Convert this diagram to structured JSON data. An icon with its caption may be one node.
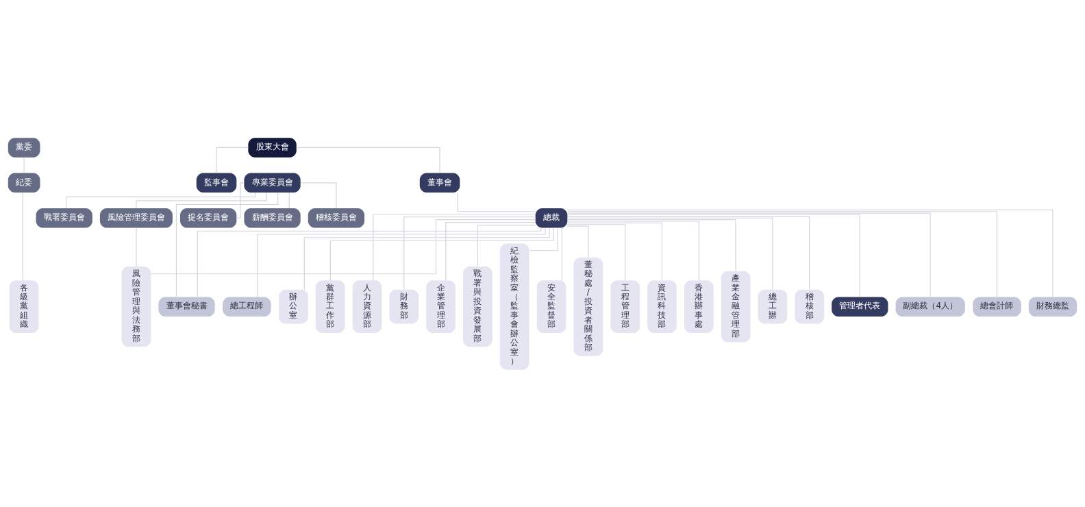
{
  "diagram": {
    "nodes": [
      {
        "text": [
          "股東大會"
        ]
      },
      {
        "text": [
          "戰署委員會"
        ]
      },
      {
        "text": [
          "風險管理委員會"
        ]
      },
      {
        "text": [
          "黨委"
        ]
      },
      {
        "text": [
          "董事會"
        ]
      },
      {
        "text": [
          "監事會"
        ]
      },
      {
        "text": [
          "專業委員會"
        ]
      },
      {
        "text": [
          "提名委員會"
        ]
      },
      {
        "text": [
          "紀委"
        ]
      },
      {
        "text": [
          "總裁"
        ]
      },
      {
        "text": [
          "薪酬委員會"
        ]
      },
      {
        "text": [
          "管理者代表"
        ]
      },
      {
        "text": [
          "稽核委員會"
        ]
      },
      {
        "text": [
          "副總裁（4人）"
        ]
      },
      {
        "text": [
          "總會計師"
        ]
      },
      {
        "text": [
          "財務總監"
        ]
      },
      {
        "text": [
          "總工程師"
        ]
      },
      {
        "text": [
          "董事會秘書"
        ]
      },
      {
        "text": [
          "各級黨組織"
        ]
      },
      {
        "text": [
          "辦公室"
        ]
      },
      {
        "text": [
          "黨群工作部"
        ]
      },
      {
        "text": [
          "人力資源部"
        ]
      },
      {
        "text": [
          "財務部"
        ]
      },
      {
        "text": [
          "企業管理部"
        ]
      },
      {
        "text": [
          "戰署與投資發展部"
        ]
      },
      {
        "text": [
          "紀檢監察室（監事會辦公室）"
        ]
      },
      {
        "text": [
          "安全監督部"
        ]
      },
      {
        "text": [
          "董秘處/投資者關係部"
        ]
      },
      {
        "text": [
          "工程管理部"
        ]
      },
      {
        "text": [
          "資訊科技部"
        ]
      },
      {
        "text": [
          "香港辦事處"
        ]
      },
      {
        "text": [
          "產業金融管理部"
        ]
      },
      {
        "text": [
          "總工辦"
        ]
      },
      {
        "text": [
          "稽核部"
        ]
      },
      {
        "text": [
          "風險管理與法務部"
        ]
      }
    ],
    "edges": [
      {
        "from": 0,
        "to": 4,
        "arrow": "none"
      },
      {
        "from": 0,
        "to": 5,
        "arrow": "none"
      },
      {
        "from": 4,
        "to": 9,
        "arrow": "none"
      },
      {
        "from": 9,
        "to": 11,
        "arrow": "none"
      },
      {
        "from": 9,
        "to": 13,
        "arrow": "none"
      },
      {
        "from": 9,
        "to": 14,
        "arrow": "none"
      },
      {
        "from": 9,
        "to": 15,
        "arrow": "none"
      },
      {
        "from": 9,
        "to": 16,
        "arrow": "none"
      },
      {
        "from": 9,
        "to": 17,
        "arrow": "none"
      },
      {
        "from": 6,
        "to": 17,
        "arrow": "none"
      },
      {
        "from": 6,
        "to": 1,
        "arrow": "none"
      },
      {
        "from": 6,
        "to": 2,
        "arrow": "none"
      },
      {
        "from": 6,
        "to": 7,
        "arrow": "none"
      },
      {
        "from": 6,
        "to": 10,
        "arrow": "none"
      },
      {
        "from": 6,
        "to": 12,
        "arrow": "none"
      },
      {
        "from": 3,
        "to": 8,
        "arrow": "none"
      },
      {
        "from": 8,
        "to": 18,
        "arrow": "none"
      },
      {
        "from": 9,
        "to": 19,
        "arrow": "none"
      },
      {
        "from": 9,
        "to": 20,
        "arrow": "none"
      },
      {
        "from": 9,
        "to": 21,
        "arrow": "none"
      },
      {
        "from": 9,
        "to": 22,
        "arrow": "none"
      },
      {
        "from": 9,
        "to": 23,
        "arrow": "none"
      },
      {
        "from": 9,
        "to": 24,
        "arrow": "none"
      },
      {
        "from": 9,
        "to": 25,
        "arrow": "none"
      },
      {
        "from": 9,
        "to": 26,
        "arrow": "none"
      },
      {
        "from": 9,
        "to": 27,
        "arrow": "none"
      },
      {
        "from": 9,
        "to": 28,
        "arrow": "none"
      },
      {
        "from": 9,
        "to": 29,
        "arrow": "none"
      },
      {
        "from": 9,
        "to": 30,
        "arrow": "none"
      },
      {
        "from": 9,
        "to": 31,
        "arrow": "none"
      },
      {
        "from": 9,
        "to": 32,
        "arrow": "none"
      },
      {
        "from": 9,
        "to": 33,
        "arrow": "none"
      },
      {
        "from": 9,
        "to": 34,
        "arrow": "none"
      },
      {
        "from": 2,
        "to": 34,
        "arrow": "none"
      }
    ]
  }
}
